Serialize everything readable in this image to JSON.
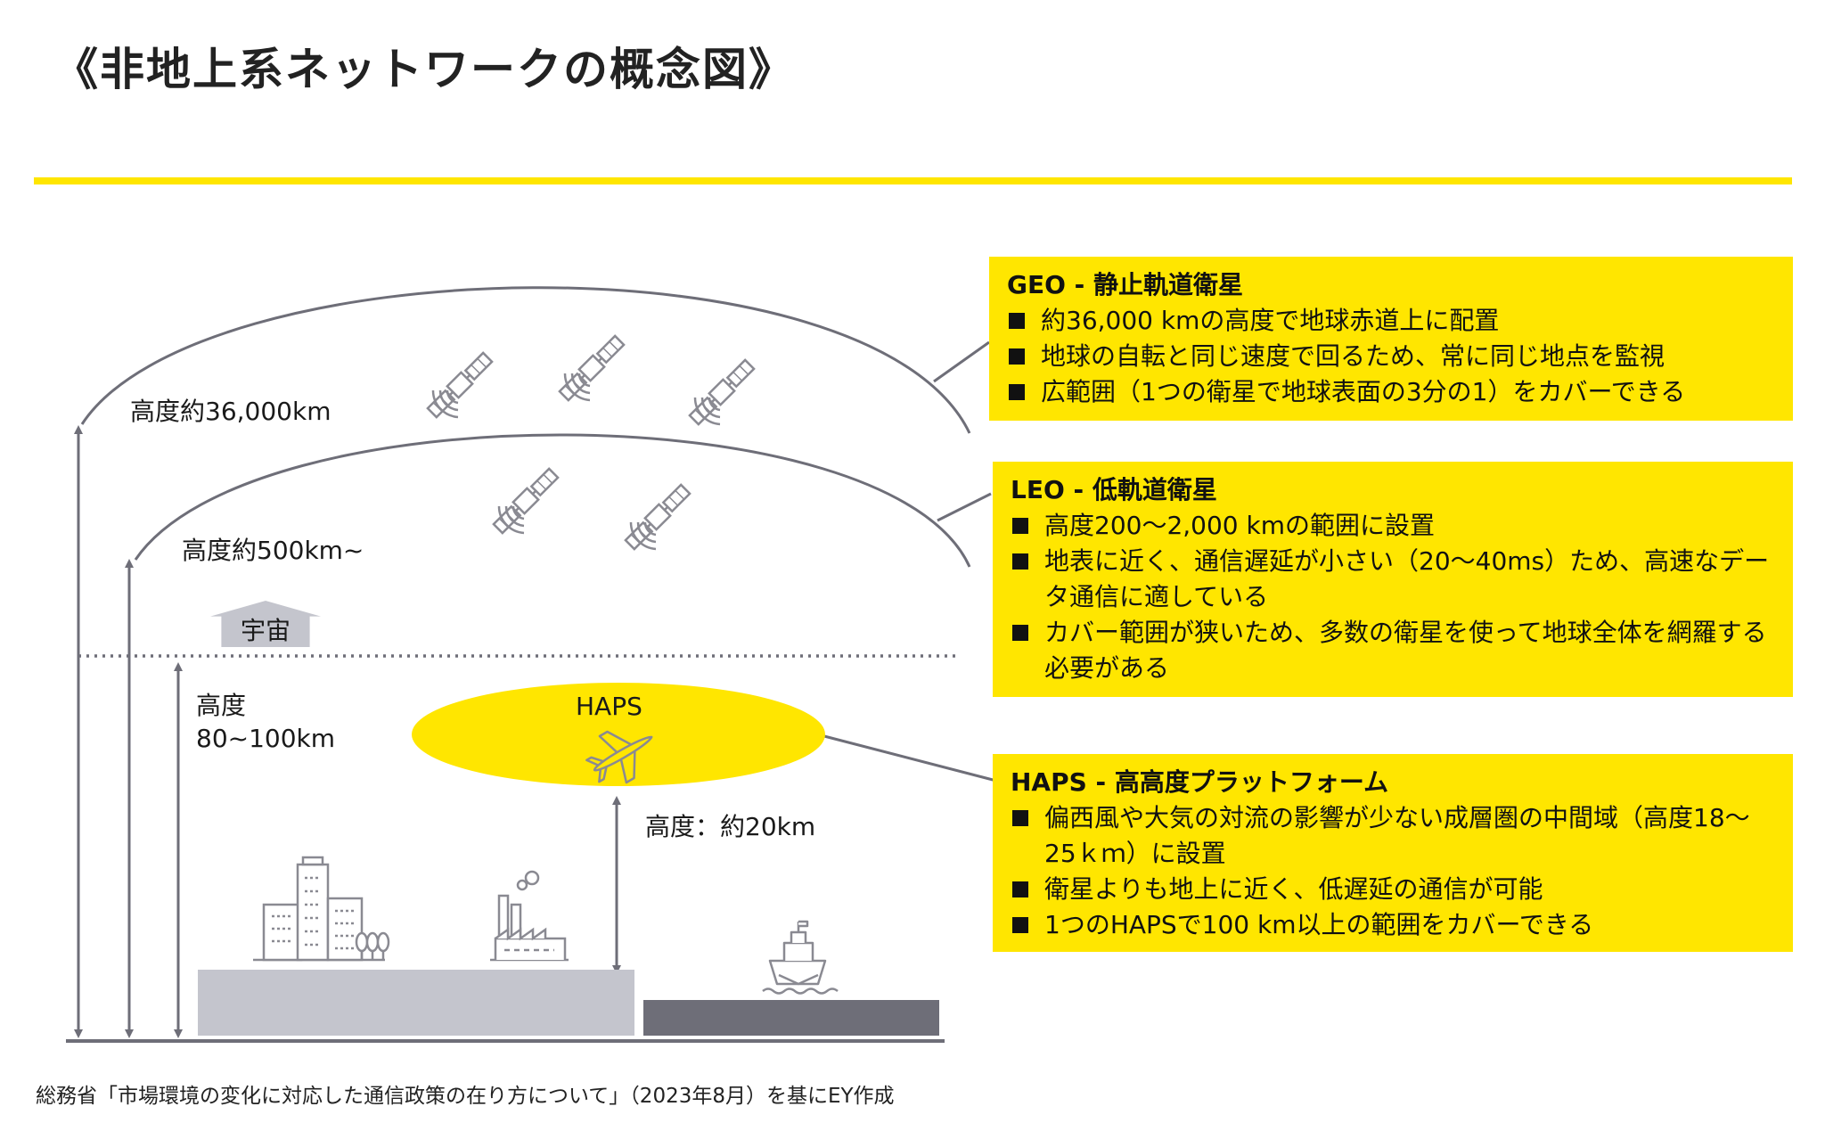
{
  "title": "《非地上系ネットワークの概念図》",
  "colors": {
    "accent": "#ffe600",
    "arrow": "#6e6e78",
    "ground": "#c4c5cd",
    "sea": "#6e6e78"
  },
  "labels": {
    "geo_altitude": "高度約36,000km",
    "leo_altitude": "高度約500km~",
    "space": "宇宙",
    "boundary_altitude_line1": "高度",
    "boundary_altitude_line2": "80~100km",
    "haps": "HAPS",
    "haps_altitude": "高度：約20km"
  },
  "icons": {
    "satellites": [
      "satellite-icon",
      "satellite-icon",
      "satellite-icon",
      "satellite-icon",
      "satellite-icon"
    ],
    "airplane": "airplane-icon",
    "buildings": "office-building-icon",
    "factory": "factory-icon",
    "ship": "ship-icon",
    "trees": "tree-icon"
  },
  "boxes": {
    "geo": {
      "title": "GEO - 静止軌道衛星",
      "items": [
        "約36,000 kmの高度で地球赤道上に配置",
        "地球の自転と同じ速度で回るため、常に同じ地点を監視",
        "広範囲（1つの衛星で地球表面の3分の1）をカバーできる"
      ]
    },
    "leo": {
      "title": "LEO - 低軌道衛星",
      "items": [
        "高度200～2,000 kmの範囲に設置",
        "地表に近く、通信遅延が小さい（20～40ms）ため、高速なデータ通信に適している",
        "カバー範囲が狭いため、多数の衛星を使って地球全体を網羅する必要がある"
      ]
    },
    "haps": {
      "title": "HAPS - 高高度プラットフォーム",
      "items": [
        "偏西風や大気の対流の影響が少ない成層圏の中間域（高度18～25ｋｍ）に設置",
        "衛星よりも地上に近く、低遅延の通信が可能",
        "1つのHAPSで100 km以上の範囲をカバーできる"
      ]
    }
  },
  "source": "総務省「市場環境の変化に対応した通信政策の在り方について」（2023年8月）を基にEY作成"
}
